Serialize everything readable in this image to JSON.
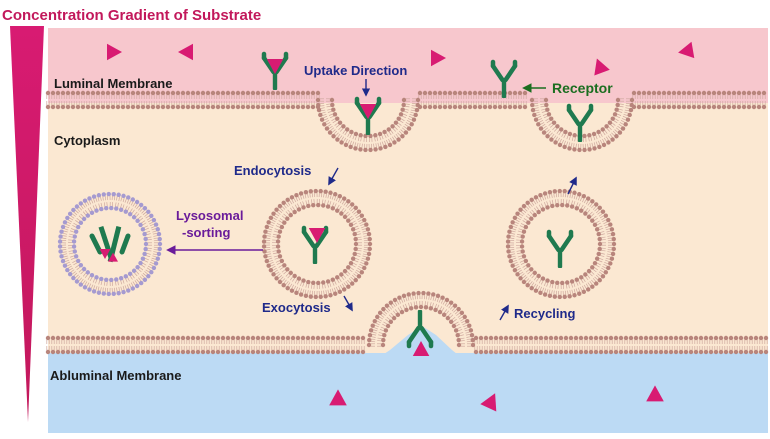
{
  "title": "Concentration Gradient of Substrate",
  "labels": {
    "luminal_membrane": "Luminal Membrane",
    "cytoplasm": "Cytoplasm",
    "abluminal_membrane": "Abluminal Membrane",
    "uptake_direction": "Uptake Direction",
    "receptor": "Receptor",
    "endocytosis": "Endocytosis",
    "lysosomal_line1": "Lysosomal",
    "lysosomal_line2": "-sorting",
    "exocytosis": "Exocytosis",
    "recycling": "Recycling"
  },
  "colors": {
    "title": "#c2185b",
    "label_dark": "#1a1a1a",
    "label_process": "#1f2a8a",
    "label_lysosomal": "#6a1b9a",
    "label_receptor": "#1b6e20",
    "substrate": "#d81b72",
    "receptor": "#1f7a4f",
    "lumen": "#f7c7cd",
    "cytoplasm": "#fbe8d2",
    "abluminal": "#bcdaf4",
    "membrane_head": "#b8857c",
    "lysosome_head": "#a59ad0"
  }
}
